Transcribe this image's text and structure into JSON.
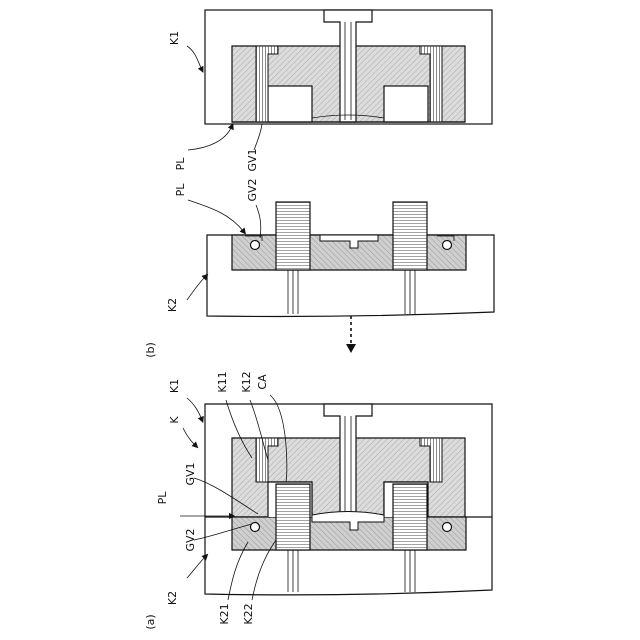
{
  "colors": {
    "line": "#111111",
    "hatch_light": "#d9d9d9",
    "hatch_dark": "#bdbdbd",
    "paper": "#ffffff"
  },
  "panel_a": {
    "caption": "(a)",
    "labels": {
      "k1": "K1",
      "k": "K",
      "k11": "K11",
      "k12": "K12",
      "ca": "CA",
      "gv1": "GV1",
      "pl": "PL",
      "gv2": "GV2",
      "k2": "K2",
      "k21": "K21",
      "k22": "K22"
    }
  },
  "panel_b": {
    "caption": "(b)",
    "labels": {
      "k1": "K1",
      "pl_top": "PL",
      "gv1": "GV1",
      "gv2": "GV2",
      "pl_bottom": "PL",
      "k2": "K2"
    }
  },
  "arrow": {
    "icon": "dashed-arrow-down-icon"
  }
}
